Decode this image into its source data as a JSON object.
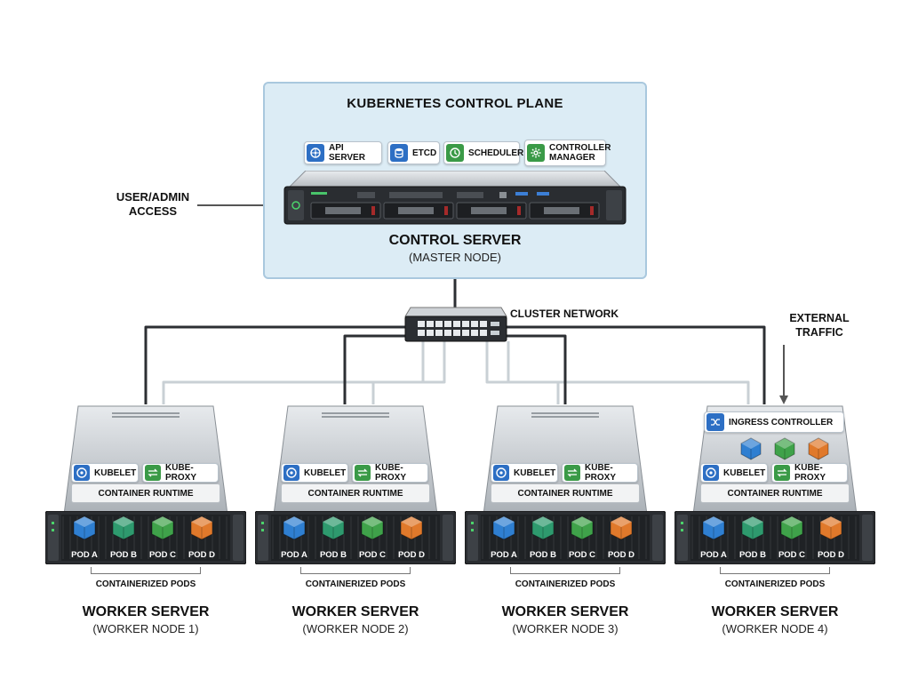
{
  "control_plane": {
    "title": "KUBERNETES CONTROL PLANE",
    "components": [
      {
        "label": "API SERVER",
        "icon": "kubernetes-icon",
        "color": "#2d6fc4"
      },
      {
        "label": "ETCD",
        "icon": "database-icon",
        "color": "#2d6fc4"
      },
      {
        "label": "SCHEDULER",
        "icon": "clock-icon",
        "color": "#3a9a47"
      },
      {
        "label_line1": "CONTROLLER",
        "label_line2": "MANAGER",
        "icon": "gear-icon",
        "color": "#3a9a47"
      }
    ],
    "server_title": "CONTROL SERVER",
    "server_subtitle": "(MASTER NODE)"
  },
  "user_access": {
    "line1": "USER/ADMIN",
    "line2": "ACCESS"
  },
  "network": {
    "label": "CLUSTER NETWORK"
  },
  "external": {
    "line1": "EXTERNAL",
    "line2": "TRAFFIC"
  },
  "ingress": {
    "label": "INGRESS CONTROLLER",
    "icon": "shuffle-icon"
  },
  "worker_common": {
    "kubelet": "KUBELET",
    "kube_proxy": "KUBE-PROXY",
    "runtime": "CONTAINER RUNTIME",
    "pods": [
      "POD A",
      "POD B",
      "POD C",
      "POD D"
    ],
    "pods_caption": "CONTAINERIZED PODS",
    "pod_colors": [
      "#2f7fd1",
      "#2e9a6e",
      "#3fa24a",
      "#e0792b"
    ]
  },
  "workers": [
    {
      "title": "WORKER SERVER",
      "subtitle": "(WORKER NODE 1)"
    },
    {
      "title": "WORKER SERVER",
      "subtitle": "(WORKER NODE 2)"
    },
    {
      "title": "WORKER SERVER",
      "subtitle": "(WORKER NODE 3)"
    },
    {
      "title": "WORKER SERVER",
      "subtitle": "(WORKER NODE 4)"
    }
  ]
}
